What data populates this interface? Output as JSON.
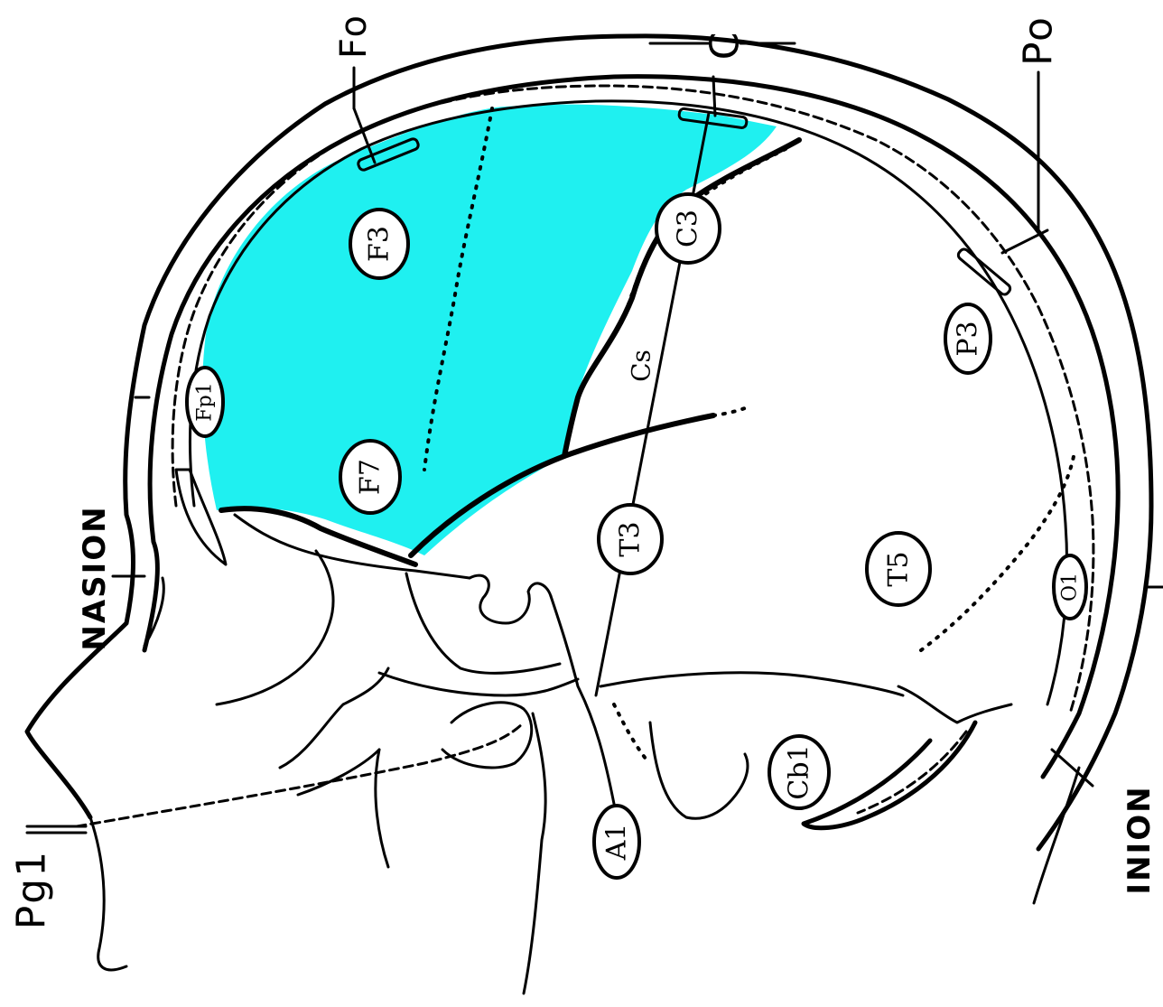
{
  "colors": {
    "lobe_fill": "#1ff0f0",
    "ink": "#000000",
    "background": "#ffffff"
  },
  "references": {
    "fo": "Fo",
    "c": "C",
    "po": "Po",
    "nasion": "NASION",
    "inion": "INION",
    "pg1": "Pg1"
  },
  "electrodes": {
    "f3": "F3",
    "f7": "F7",
    "fp1": "Fp1",
    "c3": "C3",
    "t3": "T3",
    "p3": "P3",
    "t5": "T5",
    "o1": "O1",
    "a1": "A1",
    "cb1": "Cb1"
  },
  "annotations": {
    "central_sulcus": "Cs"
  }
}
